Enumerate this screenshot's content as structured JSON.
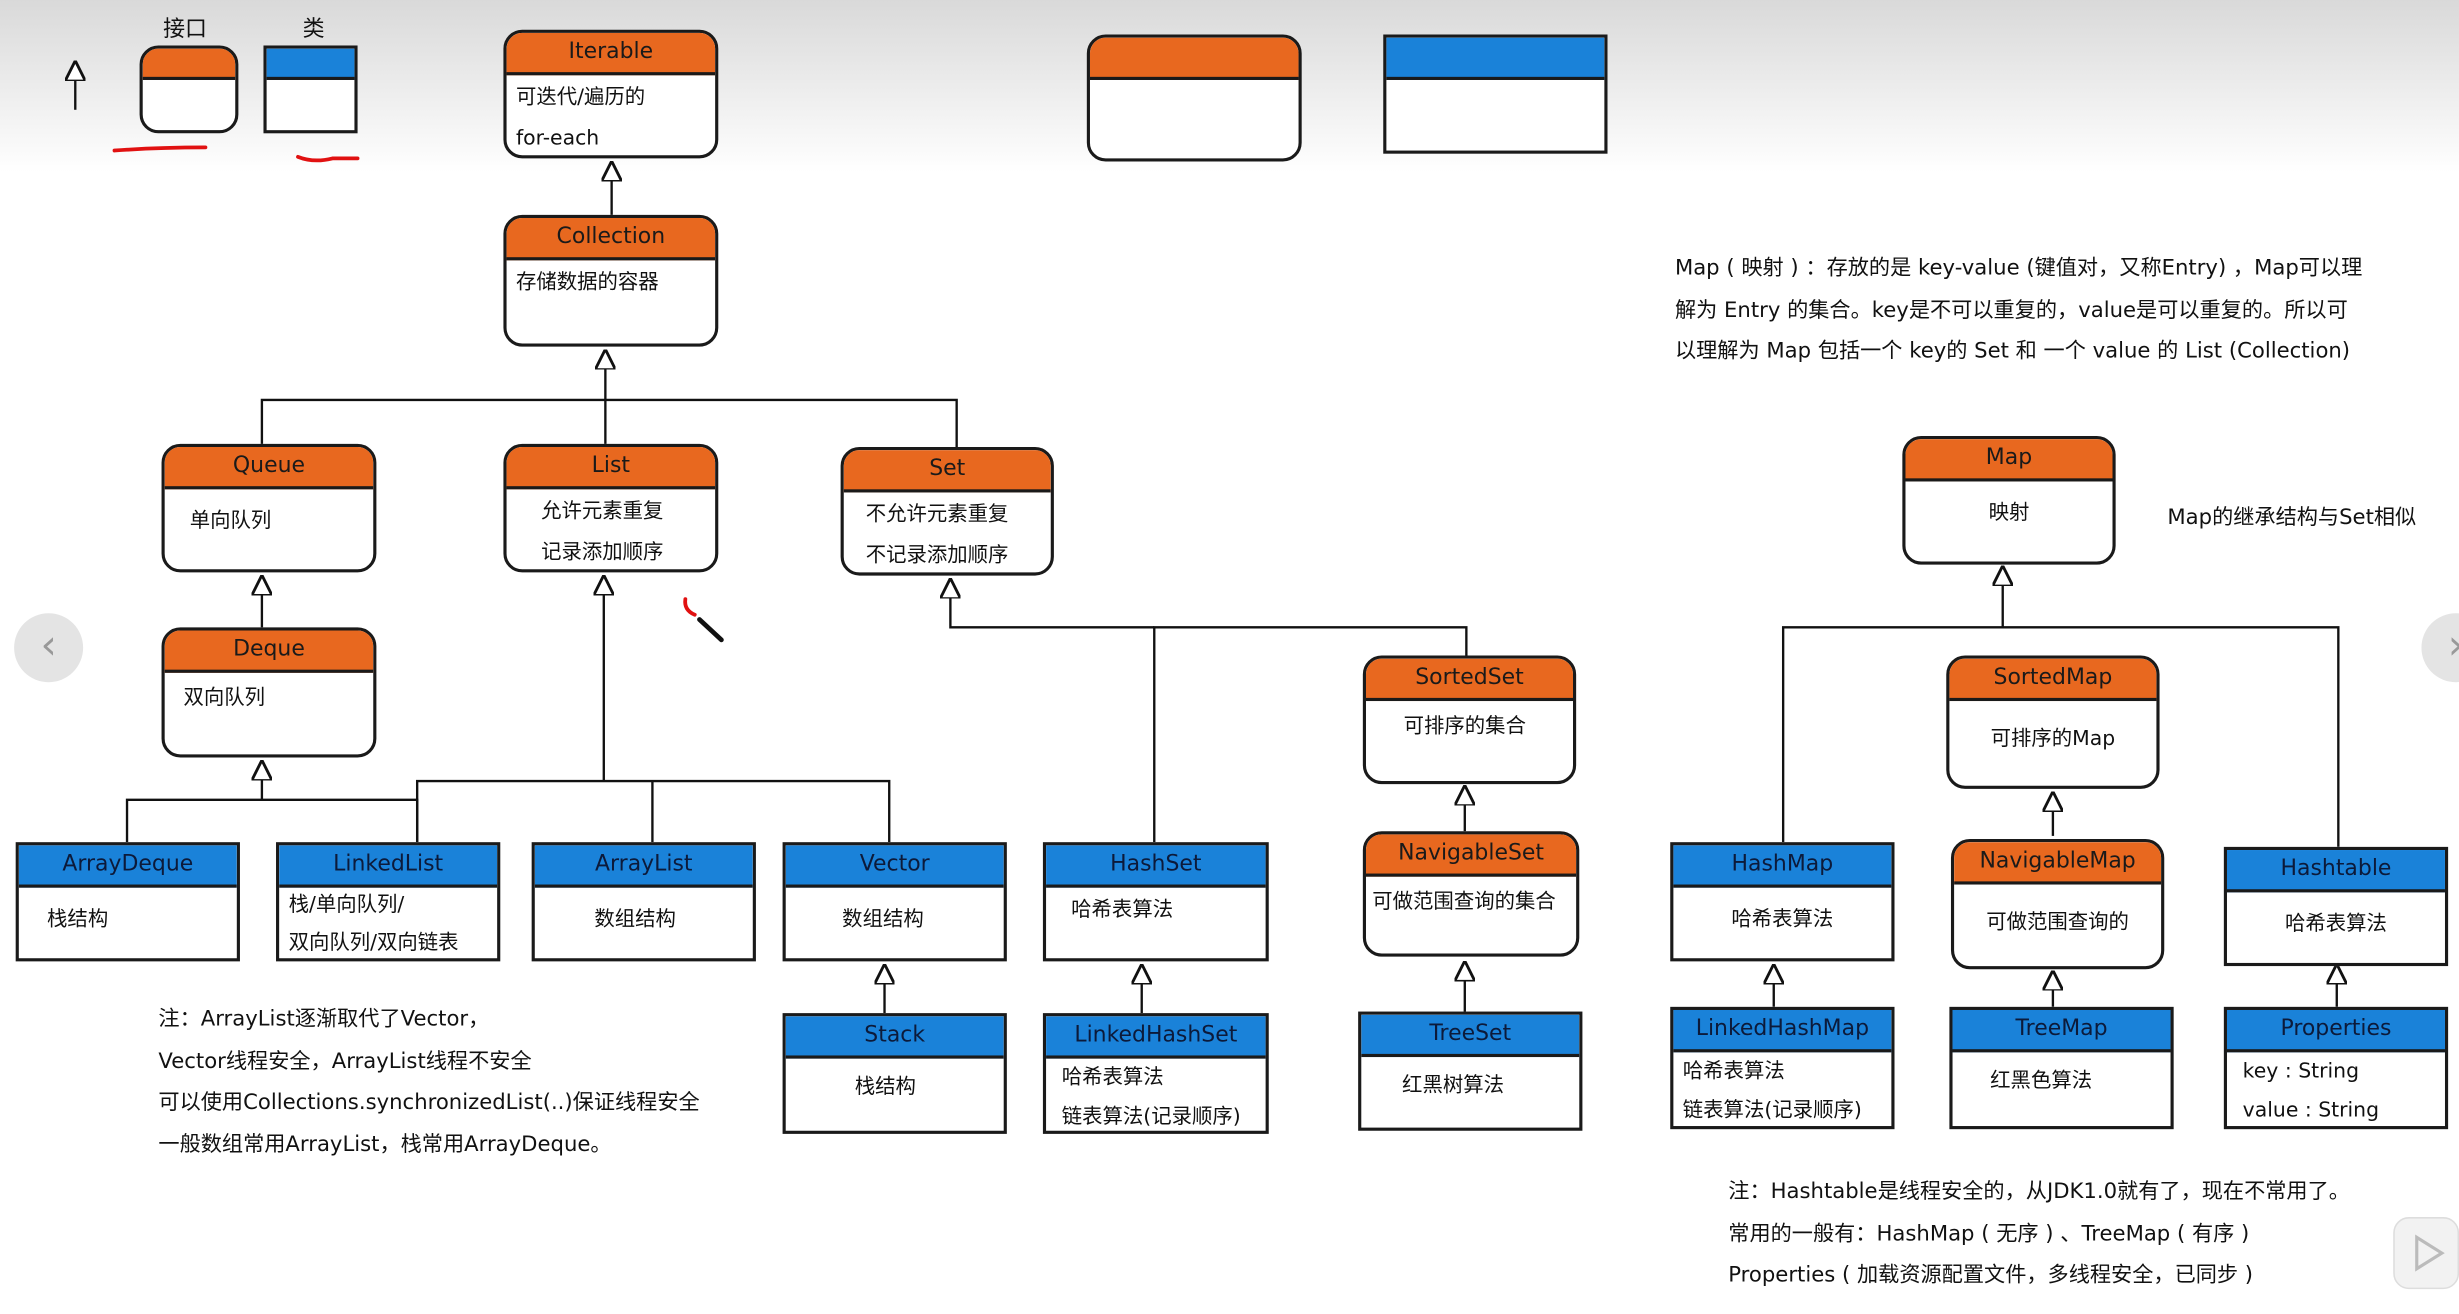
{
  "legend": {
    "interface_label": "接口",
    "class_label": "类"
  },
  "nodes": {
    "iterable": {
      "title": "Iterable",
      "lines": [
        "可迭代/遍历的",
        "for-each"
      ]
    },
    "collection": {
      "title": "Collection",
      "lines": [
        "存储数据的容器"
      ]
    },
    "queue": {
      "title": "Queue",
      "lines": [
        "单向队列"
      ]
    },
    "list": {
      "title": "List",
      "lines": [
        "允许元素重复",
        "记录添加顺序"
      ]
    },
    "set": {
      "title": "Set",
      "lines": [
        "不允许元素重复",
        "不记录添加顺序"
      ]
    },
    "deque": {
      "title": "Deque",
      "lines": [
        "双向队列"
      ]
    },
    "arraydeque": {
      "title": "ArrayDeque",
      "lines": [
        "栈结构"
      ]
    },
    "linkedlist": {
      "title": "LinkedList",
      "lines": [
        "栈/单向队列/",
        "双向队列/双向链表"
      ]
    },
    "arraylist": {
      "title": "ArrayList",
      "lines": [
        "数组结构"
      ]
    },
    "vector": {
      "title": "Vector",
      "lines": [
        "数组结构"
      ]
    },
    "stack": {
      "title": "Stack",
      "lines": [
        "栈结构"
      ]
    },
    "hashset": {
      "title": "HashSet",
      "lines": [
        "哈希表算法"
      ]
    },
    "linkedhashset": {
      "title": "LinkedHashSet",
      "lines": [
        "哈希表算法",
        "链表算法(记录顺序)"
      ]
    },
    "sortedset": {
      "title": "SortedSet",
      "lines": [
        "可排序的集合"
      ]
    },
    "navigableset": {
      "title": "NavigableSet",
      "lines": [
        "可做范围查询的集合"
      ]
    },
    "treeset": {
      "title": "TreeSet",
      "lines": [
        "红黑树算法"
      ]
    },
    "map": {
      "title": "Map",
      "lines": [
        "映射"
      ]
    },
    "sortedmap": {
      "title": "SortedMap",
      "lines": [
        "可排序的Map"
      ]
    },
    "hashmap": {
      "title": "HashMap",
      "lines": [
        "哈希表算法"
      ]
    },
    "navigablemap": {
      "title": "NavigableMap",
      "lines": [
        "可做范围查询的"
      ]
    },
    "hashtable": {
      "title": "Hashtable",
      "lines": [
        "哈希表算法"
      ]
    },
    "linkedhashmap": {
      "title": "LinkedHashMap",
      "lines": [
        "哈希表算法",
        "链表算法(记录顺序)"
      ]
    },
    "treemap": {
      "title": "TreeMap",
      "lines": [
        "红黑色算法"
      ]
    },
    "properties": {
      "title": "Properties",
      "lines": [
        "key : String",
        "value : String"
      ]
    }
  },
  "notes": {
    "map_desc": [
      "Map ( 映射 ) ：存放的是 key-value (键值对，又称Entry) ，Map可以理",
      "解为 Entry 的集合。key是不可以重复的，value是可以重复的。所以可",
      "以理解为 Map 包括一个 key的 Set 和 一个 value 的 List (Collection)"
    ],
    "map_similar": "Map的继承结构与Set相似",
    "arraylist_note": [
      "注：ArrayList逐渐取代了Vector，",
      "Vector线程安全，ArrayList线程不安全",
      "可以使用Collections.synchronizedList(..)保证线程安全",
      "一般数组常用ArrayList，栈常用ArrayDeque。"
    ],
    "hashtable_note": [
      "注：Hashtable是线程安全的，从JDK1.0就有了，现在不常用了。",
      "常用的一般有：HashMap ( 无序 ) 、TreeMap ( 有序 )",
      "Properties ( 加载资源配置文件，多线程安全，已同步 )"
    ]
  },
  "colors": {
    "interface_header": "#e8681f",
    "class_header": "#1a82d9",
    "annotation": "#e11111"
  },
  "icons": {
    "left_nav": "chevron-left-icon",
    "right_nav": "chevron-right-icon",
    "play": "play-icon"
  }
}
